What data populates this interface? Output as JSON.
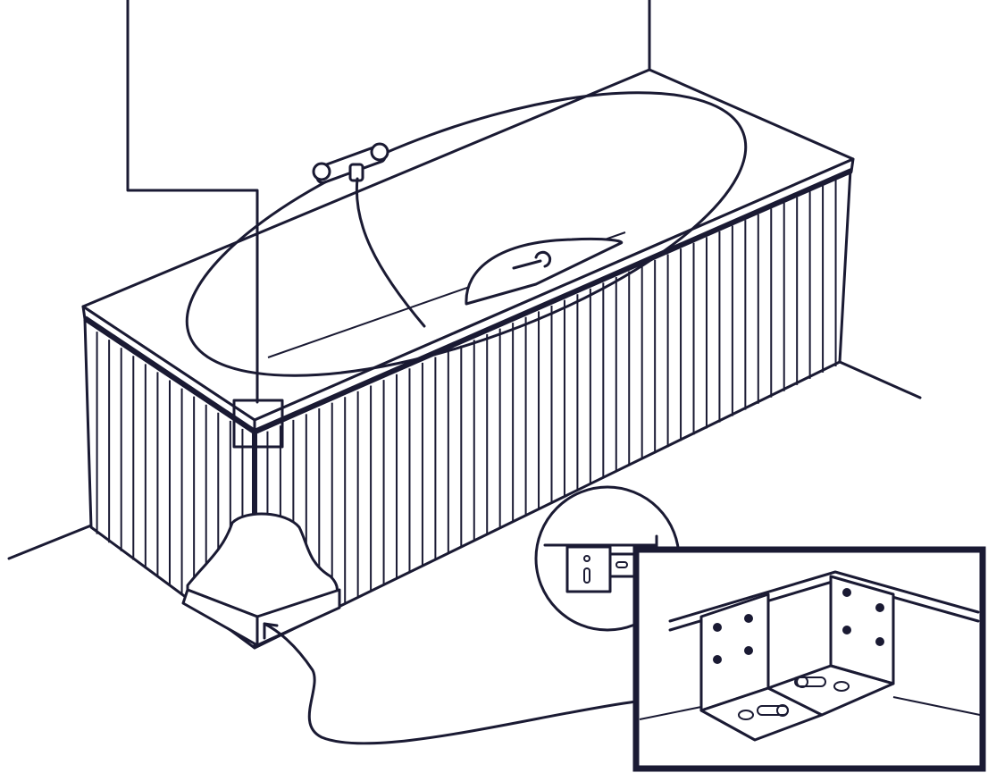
{
  "diagram": {
    "subject": "bathtub-panel-installation",
    "colors": {
      "line": "#1a1a33",
      "background": "#ffffff"
    },
    "parts": [
      "wall-corner",
      "floor",
      "bathtub-rim",
      "basin",
      "mixer-tap",
      "shower-hose",
      "headrest",
      "front-panel",
      "side-panel",
      "leader-line",
      "detail-marker",
      "foam-block",
      "detail-circle",
      "bracket-detail-inset",
      "pointer-arrow"
    ]
  }
}
